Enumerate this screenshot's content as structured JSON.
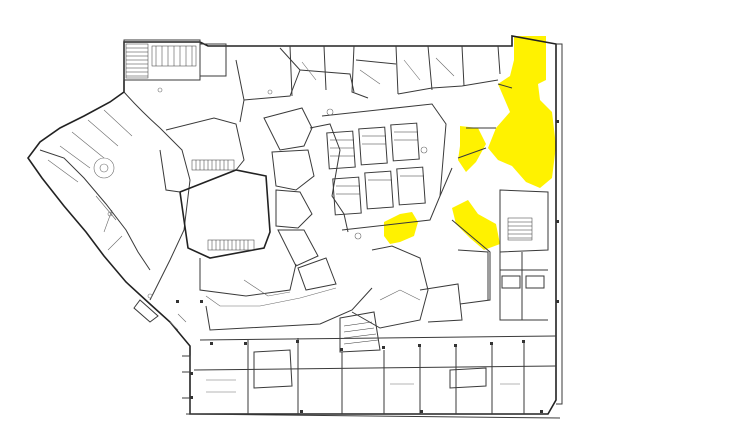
{
  "map": {
    "type": "floor-plan",
    "colors": {
      "background": "#ffffff",
      "walls": "#3a3a3a",
      "highlight": "#fff200"
    },
    "highlighted_zones": [
      "highlight-zone-east",
      "highlight-zone-center",
      "highlight-zone-west"
    ]
  }
}
